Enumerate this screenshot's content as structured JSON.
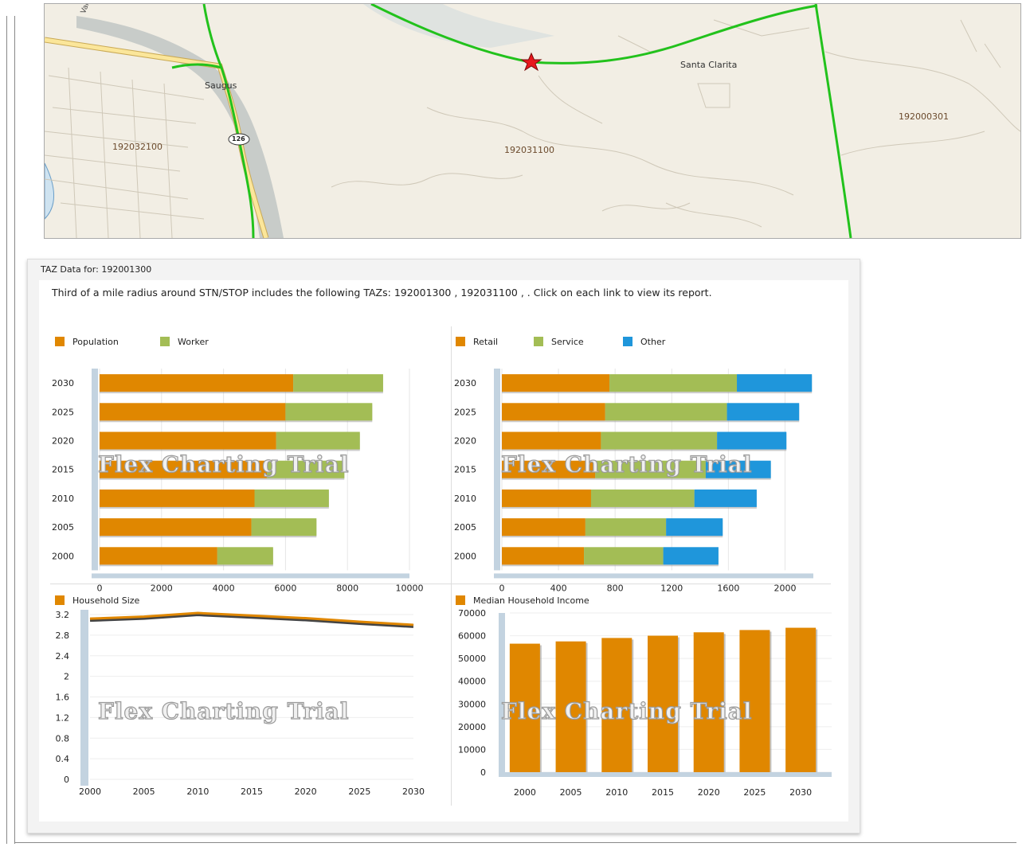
{
  "map": {
    "labels": {
      "valencia_blvd": "Valencia Blvd",
      "saugus": "Saugus",
      "santa_clarita": "Santa Clarita",
      "route_126": "126",
      "taz_left": "192032100",
      "taz_center": "192031100",
      "taz_right": "192000301"
    }
  },
  "panel": {
    "header": "TAZ Data for: 192001300",
    "intro_prefix": "Third of a mile radius around STN/STOP includes the following TAZs: ",
    "taz_link_1": "192001300",
    "taz_sep_1": " , ",
    "taz_link_2": "192031100",
    "intro_suffix": " ,  . Click on each link to view its report.",
    "watermark": "Flex Charting Trial"
  },
  "colors": {
    "orange": "#E08700",
    "green": "#A3BD55",
    "blue": "#1F96DB",
    "axis_rail": "#C3D3E0"
  },
  "chart_data": [
    {
      "type": "bar",
      "orientation": "horizontal",
      "stacked": true,
      "categories": [
        "2030",
        "2025",
        "2020",
        "2015",
        "2010",
        "2005",
        "2000"
      ],
      "series": [
        {
          "name": "Population",
          "values": [
            6250,
            6000,
            5700,
            5400,
            5000,
            4900,
            3800
          ]
        },
        {
          "name": "Worker",
          "values": [
            2900,
            2800,
            2700,
            2500,
            2400,
            2100,
            1800
          ]
        }
      ],
      "xlim": [
        0,
        10000
      ],
      "xticks": [
        "0",
        "2000",
        "4000",
        "6000",
        "8000",
        "10000"
      ],
      "legend": "top-left"
    },
    {
      "type": "bar",
      "orientation": "horizontal",
      "stacked": true,
      "categories": [
        "2030",
        "2025",
        "2020",
        "2015",
        "2010",
        "2005",
        "2000"
      ],
      "series": [
        {
          "name": "Retail",
          "values": [
            760,
            730,
            700,
            660,
            630,
            590,
            580
          ]
        },
        {
          "name": "Service",
          "values": [
            900,
            860,
            820,
            780,
            730,
            570,
            560
          ]
        },
        {
          "name": "Other",
          "values": [
            530,
            510,
            490,
            460,
            440,
            400,
            390
          ]
        }
      ],
      "xlim": [
        0,
        2200
      ],
      "xticks": [
        "0",
        "400",
        "800",
        "1200",
        "1600",
        "2000"
      ],
      "legend": "top-left"
    },
    {
      "type": "line",
      "categories": [
        "2000",
        "2005",
        "2010",
        "2015",
        "2020",
        "2025",
        "2030"
      ],
      "series": [
        {
          "name": "Household Size",
          "values": [
            3.12,
            3.16,
            3.23,
            3.18,
            3.13,
            3.06,
            3.0
          ]
        }
      ],
      "ylim": [
        0,
        3.2
      ],
      "yticks": [
        "0",
        "0.4",
        "0.8",
        "1.2",
        "1.6",
        "2",
        "2.4",
        "2.8",
        "3.2"
      ],
      "legend": "top-left"
    },
    {
      "type": "bar",
      "categories": [
        "2000",
        "2005",
        "2010",
        "2015",
        "2020",
        "2025",
        "2030"
      ],
      "series": [
        {
          "name": "Median Household Income",
          "values": [
            56500,
            57500,
            59000,
            60000,
            61500,
            62500,
            63500
          ]
        }
      ],
      "ylim": [
        0,
        70000
      ],
      "yticks": [
        "0",
        "10000",
        "20000",
        "30000",
        "40000",
        "50000",
        "60000",
        "70000"
      ],
      "legend": "top-left"
    }
  ]
}
